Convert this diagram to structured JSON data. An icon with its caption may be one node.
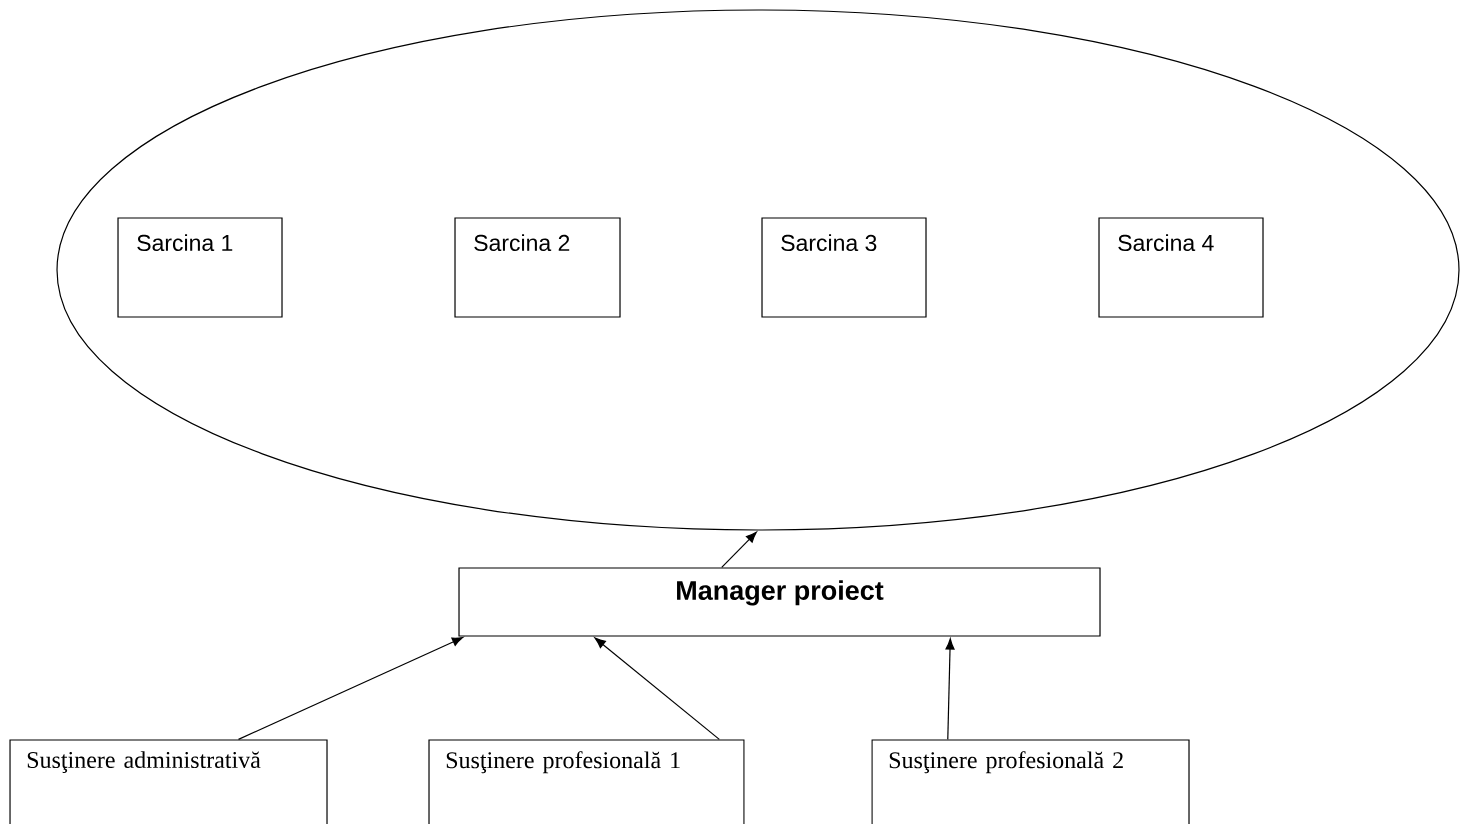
{
  "diagram": {
    "nodes": [
      {
        "text": [],
        "shape": "ellipse"
      },
      {
        "text": [
          "Sarcina 1"
        ],
        "in": 0
      },
      {
        "text": [
          "Sarcina 2"
        ],
        "in": 0
      },
      {
        "text": [
          "Sarcina 3"
        ],
        "in": 0
      },
      {
        "text": [
          "Sarcina 4"
        ],
        "in": 0
      },
      {
        "text": [
          "Manager proiect"
        ]
      },
      {
        "text": [
          "Susţinere administrativă"
        ]
      },
      {
        "text": [
          "Susţinere profesională 1"
        ]
      },
      {
        "text": [
          "Susţinere profesională 2"
        ]
      }
    ],
    "edges": [
      {
        "from": 5,
        "to": 0,
        "arrow": "to"
      },
      {
        "from": 6,
        "to": 5,
        "arrow": "to"
      },
      {
        "from": 7,
        "to": 5,
        "arrow": "to"
      },
      {
        "from": 8,
        "to": 5,
        "arrow": "to"
      }
    ]
  }
}
